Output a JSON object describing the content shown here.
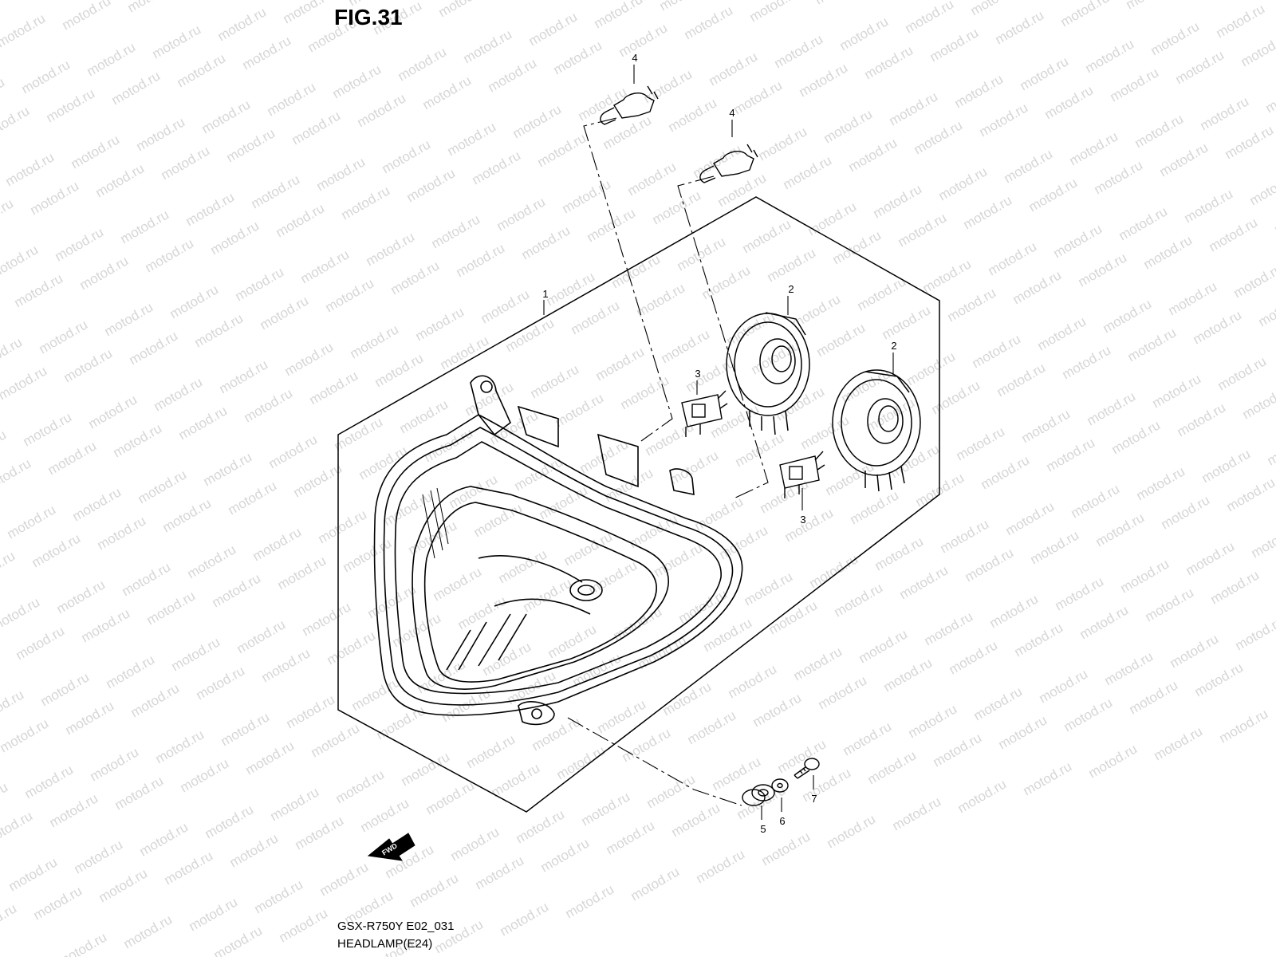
{
  "figure": {
    "title": "FIG.31",
    "model_code": "GSX-R750Y E02_031",
    "section_name": "HEADLAMP(E24)"
  },
  "callouts": {
    "headlamp_assembly": "1",
    "socket_cover_upper": "2",
    "socket_cover_lower": "2",
    "bulb_socket_upper": "3",
    "bulb_socket_lower": "3",
    "bulb_upper": "4",
    "bulb_lower": "4",
    "grommet": "5",
    "washer": "6",
    "screw": "7"
  },
  "fwd_label": "FWD",
  "watermark": "motod.ru",
  "colors": {
    "line": "#000000",
    "watermark": "#d6d6d6",
    "background": "#ffffff"
  }
}
